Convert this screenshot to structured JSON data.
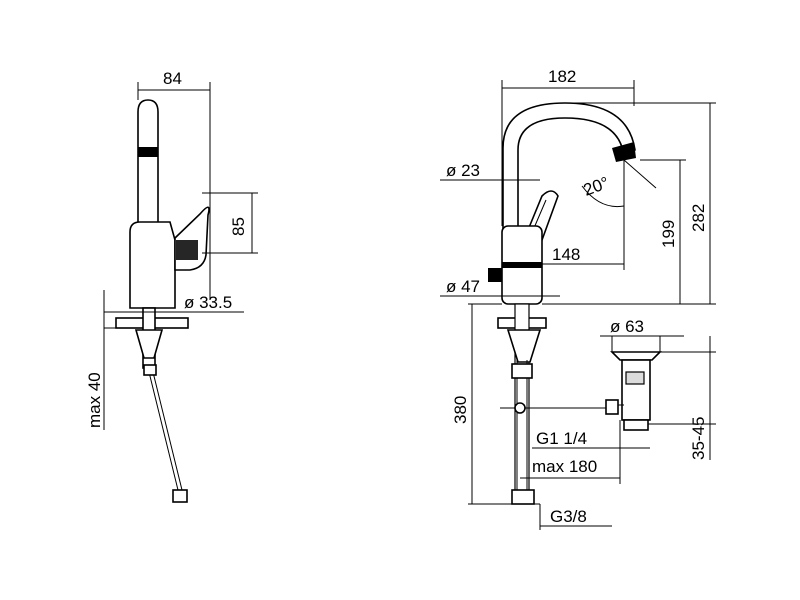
{
  "diagram": {
    "side_view": {
      "width_label": "84",
      "lever_label": "85",
      "diameter_label": "ø 33.5",
      "deck_label": "max 40"
    },
    "front_view": {
      "total_width_label": "182",
      "spout_diameter_label": "ø 23",
      "swivel_label": "20°",
      "outlet_height_label": "199",
      "total_height_label": "282",
      "projection_label": "148",
      "base_diameter_label": "ø 47",
      "waste_diameter_label": "ø 63",
      "hose_length_label": "380",
      "waste_thread_label": "G1 1/4",
      "waste_reach_label": "max 180",
      "waste_height_label": "35-45",
      "connection_thread_label": "G3/8"
    }
  }
}
